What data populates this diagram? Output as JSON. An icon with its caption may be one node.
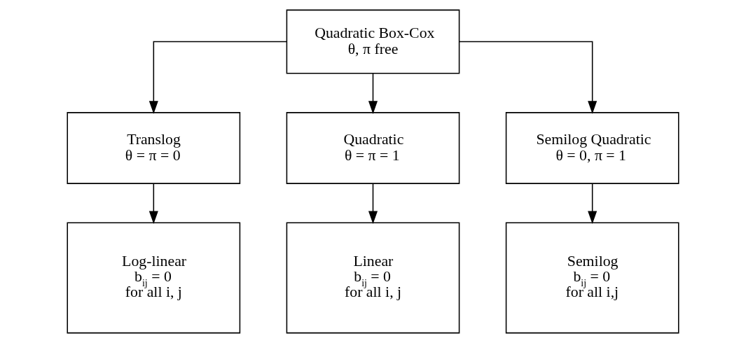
{
  "diagram": {
    "nodes": [
      {
        "text": [
          "Quadratic Box-Cox",
          "θ, π free"
        ]
      },
      {
        "text": [
          "Translog",
          "θ = π = 0"
        ]
      },
      {
        "text": [
          "Quadratic",
          "θ = π = 1"
        ]
      },
      {
        "text": [
          "Semilog Quadratic",
          "θ = 0, π = 1"
        ]
      },
      {
        "text": [
          "Log-linear",
          "b$_{ij}$ = 0",
          "for all i, j"
        ]
      },
      {
        "text": [
          "Linear",
          "b$_{ij}$ = 0",
          "for all i, j"
        ]
      },
      {
        "text": [
          "Semilog",
          "b$_{ij}$ = 0",
          "for all i,j"
        ]
      }
    ],
    "edges": [
      {
        "from": 0,
        "to": 1,
        "arrow": "to"
      },
      {
        "from": 0,
        "to": 2,
        "arrow": "to"
      },
      {
        "from": 0,
        "to": 3,
        "arrow": "to"
      },
      {
        "from": 1,
        "to": 4,
        "arrow": "to"
      },
      {
        "from": 2,
        "to": 5,
        "arrow": "to"
      },
      {
        "from": 3,
        "to": 6,
        "arrow": "to"
      }
    ]
  }
}
